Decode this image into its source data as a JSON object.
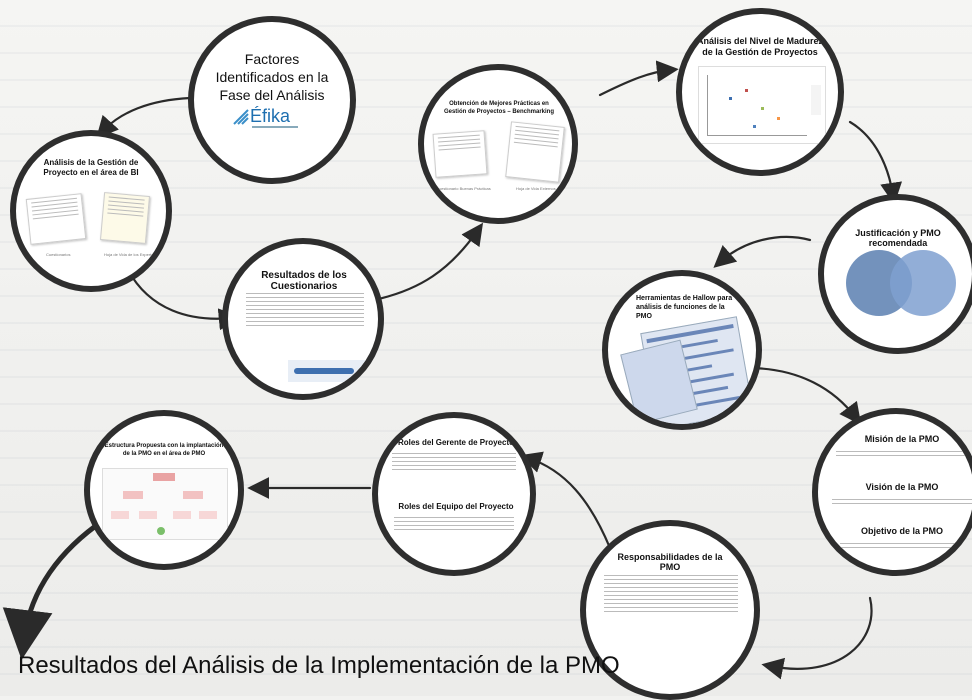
{
  "nodes": {
    "factores": {
      "title": "Factores Identificados en la Fase del Análisis",
      "logo": "Éfika"
    },
    "analisis_gestion": {
      "title": "Análisis de la Gestión de Proyecto en el área de BI",
      "cap1": "Cuestionarios",
      "cap2": "Hoja de Vida de los Expertos"
    },
    "resultados_cuest": {
      "title": "Resultados de los Cuestionarios"
    },
    "mejores_practicas": {
      "title": "Obtención de Mejores Prácticas en Gestión de Proyectos – Benchmarking",
      "cap1": "Cuestionario Buenas Prácticas",
      "cap2": "Hoja de Vida Externos"
    },
    "madurez": {
      "title": "Análisis del Nivel de Madurez de la Gestión de Proyectos"
    },
    "justificacion": {
      "title": "Justificación y PMO recomendada"
    },
    "hallows": {
      "title": "Herramientas de Hallow para análisis de funciones de la PMO"
    },
    "mision": {
      "title1": "Misión de la PMO",
      "title2": "Visión de la PMO",
      "title3": "Objetivo de la PMO"
    },
    "responsabilidades": {
      "title": "Responsabilidades de la PMO"
    },
    "roles": {
      "title1": "Roles del Gerente de Proyecto",
      "title2": "Roles del Equipo del Proyecto"
    },
    "estructura": {
      "title": "Estructura Propuesta con la implantación de la PMO en el área de PMO"
    }
  },
  "footer": {
    "title": "Resultados del Análisis de la Implementación de la PMO"
  },
  "colors": {
    "ring": "#2e2e2e",
    "arrow": "#2a2a2a",
    "venn_left": "#5b7fb0",
    "venn_right": "#7fa0d0"
  }
}
